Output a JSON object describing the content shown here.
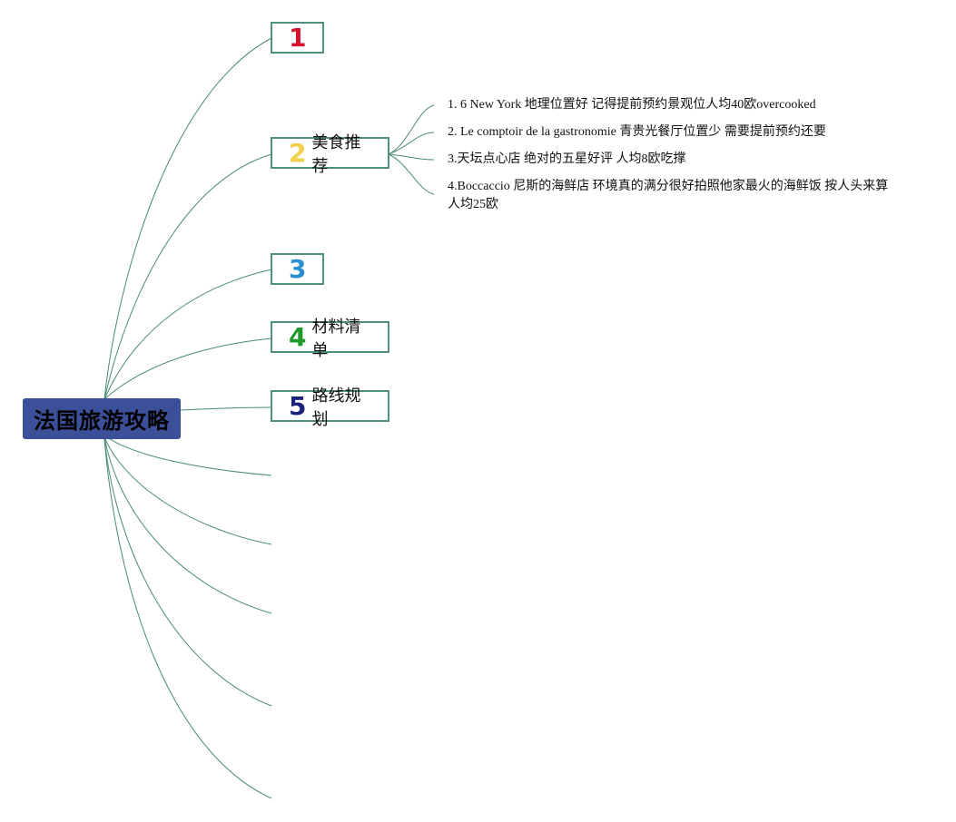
{
  "root": {
    "label": "法国旅游攻略",
    "color": "#3c4f99"
  },
  "topics": [
    {
      "num": "1",
      "label": "",
      "num_color": "#d4102c"
    },
    {
      "num": "2",
      "label": "美食推荐",
      "num_color": "#f2cf4a"
    },
    {
      "num": "3",
      "label": "",
      "num_color": "#2a8fd1"
    },
    {
      "num": "4",
      "label": "材料清单",
      "num_color": "#1f9a2a"
    },
    {
      "num": "5",
      "label": "路线规划",
      "num_color": "#1a237e"
    }
  ],
  "food_notes": [
    "1. 6 New York 地理位置好 记得提前预约景观位人均40欧overcooked",
    "2. Le comptoir de la gastronomie 青贵光餐厅位置少 需要提前预约还要",
    "3.天坛点心店 绝对的五星好评 人均8欧吃撑",
    "4.Boccaccio 尼斯的海鲜店 环境真的满分很好拍照他家最火的海鲜饭 按人头来算",
    "人均25欧"
  ],
  "connector_color": "#4a8a76"
}
